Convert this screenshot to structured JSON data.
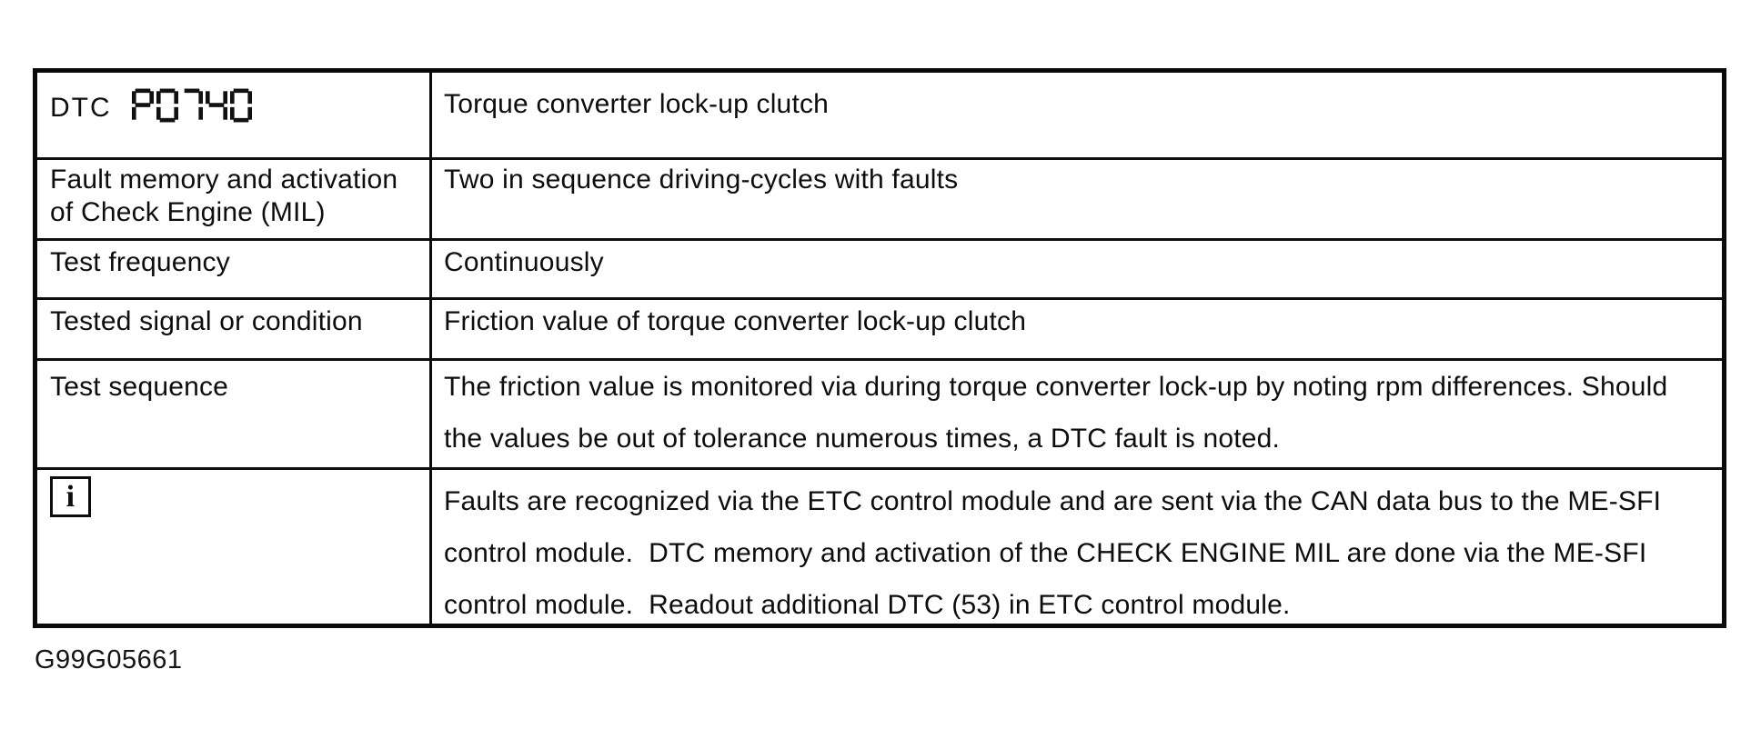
{
  "table": {
    "rows": [
      {
        "label_prefix": "DTC",
        "code": "P0740",
        "value": "Torque converter lock-up clutch"
      },
      {
        "label": [
          "Fault memory and activation",
          "of Check Engine (MIL)"
        ],
        "value": "Two in sequence driving-cycles with faults"
      },
      {
        "label": "Test frequency",
        "value": "Continuously"
      },
      {
        "label": "Tested signal or condition",
        "value": "Friction value of torque converter lock-up clutch"
      },
      {
        "label": "Test sequence",
        "value": [
          "The friction value is monitored via during torque converter lock-up by noting rpm differences. Should",
          "the values be out of tolerance numerous times, a DTC fault is noted."
        ]
      },
      {
        "icon": "info-icon",
        "icon_glyph": "i",
        "value": [
          "Faults are recognized via the ETC control module and are sent via the CAN data bus to the ME-SFI",
          "control module.  DTC memory and activation of the CHECK ENGINE MIL are done via the ME-SFI",
          "control module.  Readout additional DTC (53) in ETC control module."
        ]
      }
    ]
  },
  "caption": "G99G05661",
  "colors": {
    "ink": "#0d0d0d",
    "paper": "#ffffff"
  }
}
